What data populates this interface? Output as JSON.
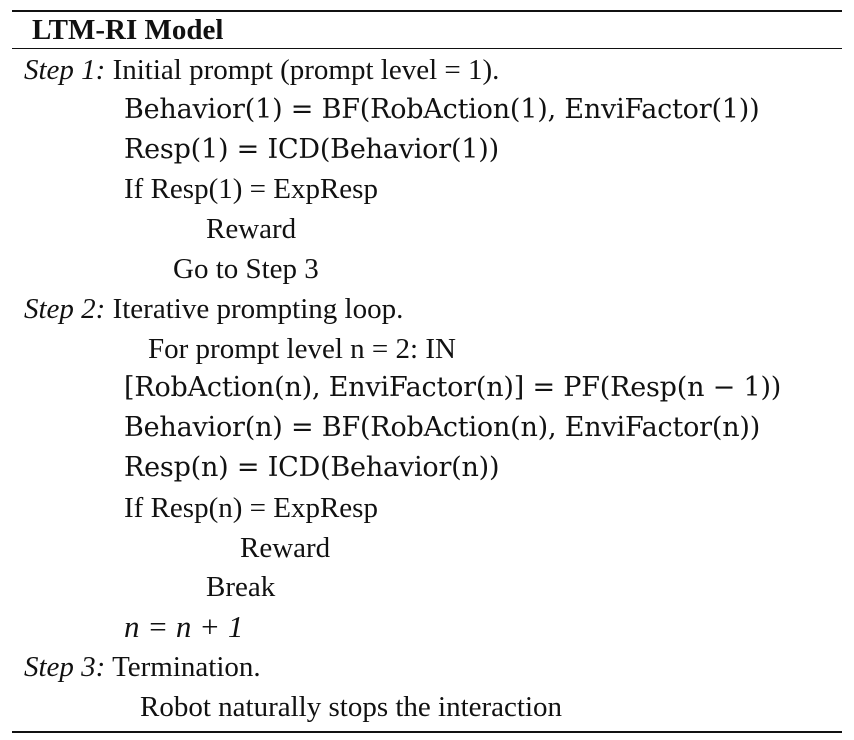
{
  "header": {
    "title": "LTM-RI Model"
  },
  "step1": {
    "label": "Step 1:",
    "title": " Initial prompt (prompt level = 1).",
    "lines": [
      "Behavior(1) = BF(RobAction(1), EnviFactor(1))",
      "Resp(1) = ICD(Behavior(1))",
      "If Resp(1) = ExpResp",
      "Reward",
      "Go to Step 3"
    ]
  },
  "step2": {
    "label": "Step 2:",
    "title": " Iterative prompting loop.",
    "lines": [
      "For prompt level n = 2: IN",
      "[RobAction(n), EnviFactor(n)] =  PF(Resp(n − 1))",
      "Behavior(n) = BF(RobAction(n), EnviFactor(n))",
      "Resp(n) = ICD(Behavior(n))",
      "If Resp(n) = ExpResp",
      "Reward",
      "Break",
      "n = n + 1"
    ]
  },
  "step3": {
    "label": "Step 3:",
    "title": " Termination.",
    "lines": [
      "Robot naturally stops the interaction"
    ]
  }
}
